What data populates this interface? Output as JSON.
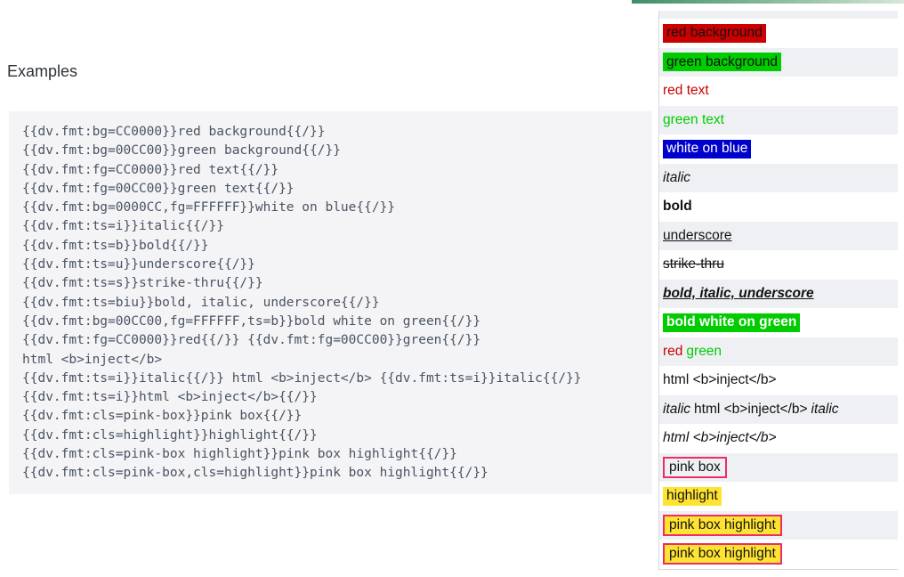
{
  "heading": "Examples",
  "code": {
    "lines": [
      "{{dv.fmt:bg=CC0000}}red background{{/}}",
      "{{dv.fmt:bg=00CC00}}green background{{/}}",
      "{{dv.fmt:fg=CC0000}}red text{{/}}",
      "{{dv.fmt:fg=00CC00}}green text{{/}}",
      "{{dv.fmt:bg=0000CC,fg=FFFFFF}}white on blue{{/}}",
      "{{dv.fmt:ts=i}}italic{{/}}",
      "{{dv.fmt:ts=b}}bold{{/}}",
      "{{dv.fmt:ts=u}}underscore{{/}}",
      "{{dv.fmt:ts=s}}strike-thru{{/}}",
      "{{dv.fmt:ts=biu}}bold, italic, underscore{{/}}",
      "{{dv.fmt:bg=00CC00,fg=FFFFFF,ts=b}}bold white on green{{/}}",
      "{{dv.fmt:fg=CC0000}}red{{/}} {{dv.fmt:fg=00CC00}}green{{/}}",
      "html <b>inject</b>",
      "{{dv.fmt:ts=i}}italic{{/}} html <b>inject</b> {{dv.fmt:ts=i}}italic{{/}}",
      "{{dv.fmt:ts=i}}html <b>inject</b>{{/}}",
      "{{dv.fmt:cls=pink-box}}pink box{{/}}",
      "{{dv.fmt:cls=highlight}}highlight{{/}}",
      "{{dv.fmt:cls=pink-box highlight}}pink box highlight{{/}}",
      "{{dv.fmt:cls=pink-box,cls=highlight}}pink box highlight{{/}}"
    ]
  },
  "panel": {
    "rows": {
      "red_background": "red background",
      "green_background": "green background",
      "red_text": "red text",
      "green_text": "green text",
      "white_on_blue": "white on blue",
      "italic": "italic",
      "bold": "bold",
      "underscore": "underscore",
      "strike_thru": "strike-thru",
      "bold_italic_underscore": "bold, italic, underscore",
      "bold_white_on_green": "bold white on green",
      "red_word": "red",
      "green_word": "green",
      "html_inject": "html <b>inject</b>",
      "italic_word": "italic",
      "pink_box": "pink box",
      "highlight": "highlight",
      "pink_box_highlight": "pink box highlight"
    }
  },
  "colors": {
    "red": "#CC0000",
    "green": "#00CC00",
    "blue": "#0000CC",
    "white": "#FFFFFF",
    "highlight_yellow": "#FFE333",
    "pink_box_border": "#EC2D64",
    "row_alt_gray": "#EFF0F4",
    "code_background": "#F4F4F6",
    "code_text": "#4A5362",
    "topbar_gradient_start": "#3F8E6A",
    "topbar_gradient_end": "#D7E7DA"
  }
}
